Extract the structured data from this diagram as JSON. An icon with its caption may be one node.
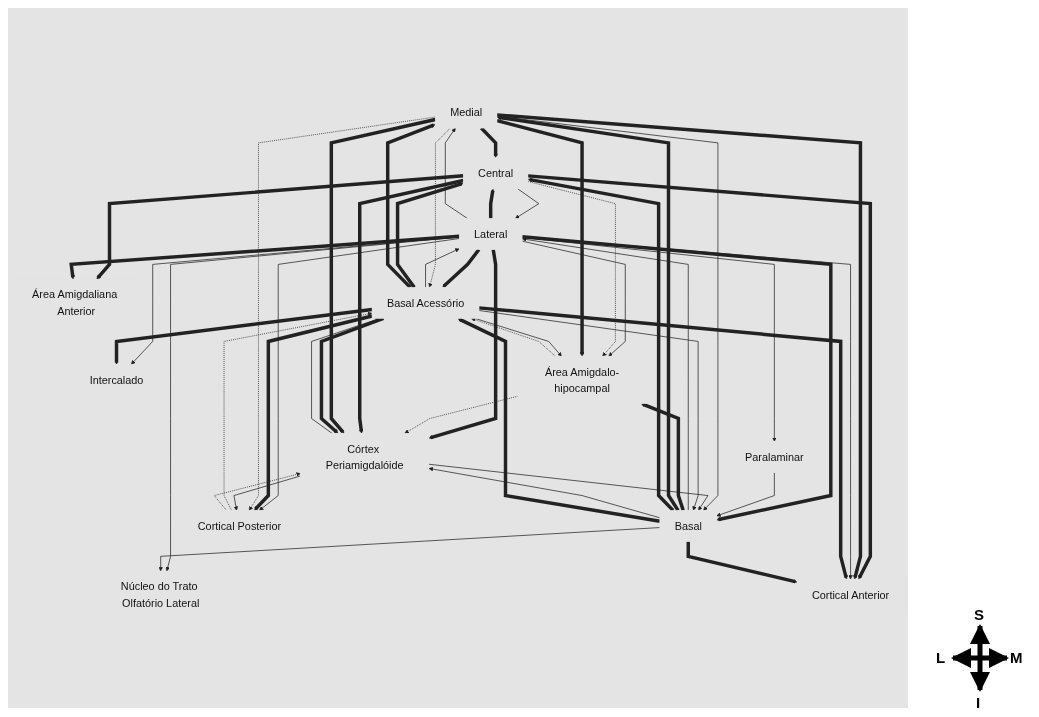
{
  "diagram": {
    "nodes": [
      {
        "text": [
          "Intercalado"
        ]
      },
      {
        "text": [
          "Área Amigdaliana Anterior"
        ]
      },
      {
        "text": [
          "Núcleo do Trato Olfatório Lateral"
        ]
      },
      {
        "text": [
          "Medial"
        ]
      },
      {
        "text": [
          "Central"
        ]
      },
      {
        "text": [
          "Cortical Anterior"
        ]
      },
      {
        "text": [
          "Lateral"
        ]
      },
      {
        "text": [
          "Basal Acessório"
        ]
      },
      {
        "text": [
          "Paralaminar"
        ]
      },
      {
        "text": [
          "Basal"
        ]
      },
      {
        "text": [
          "Cortical Posterior"
        ]
      },
      {
        "text": [
          "Área Amigdalo-hipocampal"
        ]
      },
      {
        "text": [
          "Córtex Periamigdalóide"
        ]
      }
    ],
    "edges": [
      {
        "from": 6,
        "to": 0,
        "arrow": "to"
      },
      {
        "from": 4,
        "to": 1,
        "arrow": "to",
        "style": "thick"
      },
      {
        "from": 6,
        "to": 1,
        "arrow": "to",
        "style": "thick"
      },
      {
        "from": 7,
        "to": 0,
        "arrow": "to",
        "style": "thick"
      },
      {
        "from": 6,
        "to": 2,
        "arrow": "to"
      },
      {
        "from": 9,
        "to": 2,
        "arrow": "to"
      },
      {
        "from": 6,
        "to": 4,
        "arrow": "to",
        "style": "thick"
      },
      {
        "from": 4,
        "to": 6,
        "arrow": "to"
      },
      {
        "from": 6,
        "to": 3,
        "arrow": "to"
      },
      {
        "from": 3,
        "to": 4,
        "arrow": "to",
        "style": "thick"
      },
      {
        "from": 4,
        "to": 5,
        "arrow": "to",
        "style": "thick"
      },
      {
        "from": 3,
        "to": 5,
        "arrow": "to",
        "style": "thick"
      },
      {
        "from": 6,
        "to": 5,
        "arrow": "to"
      },
      {
        "from": 7,
        "to": 5,
        "arrow": "to",
        "style": "thick"
      },
      {
        "from": 9,
        "to": 5,
        "arrow": "to",
        "style": "thick"
      },
      {
        "from": 6,
        "to": 7,
        "arrow": "to",
        "style": "thick"
      },
      {
        "from": 7,
        "to": 6,
        "arrow": "to"
      },
      {
        "from": 6,
        "to": 9,
        "arrow": "to",
        "style": "thick"
      },
      {
        "from": 9,
        "to": 6,
        "arrow": "to"
      },
      {
        "from": 6,
        "to": 12,
        "arrow": "to",
        "style": "thick"
      },
      {
        "from": 6,
        "to": 11,
        "arrow": "to"
      },
      {
        "from": 6,
        "to": 8,
        "arrow": "to"
      },
      {
        "from": 8,
        "to": 9,
        "arrow": "to"
      },
      {
        "from": 6,
        "to": 10,
        "arrow": "to"
      },
      {
        "from": 4,
        "to": 11,
        "arrow": "to",
        "style": "dashed"
      },
      {
        "from": 9,
        "to": 11,
        "arrow": "to",
        "style": "thick"
      },
      {
        "from": 3,
        "to": 11,
        "arrow": "to",
        "style": "thick"
      },
      {
        "from": 7,
        "to": 11,
        "arrow": "to"
      },
      {
        "from": 11,
        "to": 7,
        "arrow": "to",
        "style": "dashed"
      },
      {
        "from": 11,
        "to": 12,
        "arrow": "to",
        "style": "dashed"
      },
      {
        "from": 9,
        "to": 3,
        "arrow": "to",
        "style": "thick"
      },
      {
        "from": 3,
        "to": 9,
        "arrow": "to"
      },
      {
        "from": 9,
        "to": 4,
        "arrow": "to",
        "style": "thick"
      },
      {
        "from": 4,
        "to": 12,
        "arrow": "to",
        "style": "thick"
      },
      {
        "from": 3,
        "to": 12,
        "arrow": "to",
        "style": "thick"
      },
      {
        "from": 9,
        "to": 12,
        "arrow": "to"
      },
      {
        "from": 12,
        "to": 9,
        "arrow": "to"
      },
      {
        "from": 7,
        "to": 12,
        "arrow": "to",
        "style": "thick"
      },
      {
        "from": 12,
        "to": 7,
        "arrow": "to"
      },
      {
        "from": 7,
        "to": 10,
        "arrow": "to",
        "style": "thick"
      },
      {
        "from": 10,
        "to": 7,
        "arrow": "to",
        "style": "dashed"
      },
      {
        "from": 3,
        "to": 10,
        "arrow": "to",
        "style": "dashed"
      },
      {
        "from": 12,
        "to": 10,
        "arrow": "to"
      },
      {
        "from": 10,
        "to": 12,
        "arrow": "to",
        "style": "dashed"
      },
      {
        "from": 7,
        "to": 4,
        "arrow": "to",
        "style": "thick"
      },
      {
        "from": 7,
        "to": 3,
        "arrow": "to",
        "style": "thick"
      },
      {
        "from": 3,
        "to": 7,
        "arrow": "to",
        "style": "dashed"
      },
      {
        "from": 9,
        "to": 7,
        "arrow": "to",
        "style": "thick"
      },
      {
        "from": 7,
        "to": 9,
        "arrow": "to"
      }
    ],
    "labels": [
      "S",
      "L",
      "M",
      "I"
    ]
  }
}
